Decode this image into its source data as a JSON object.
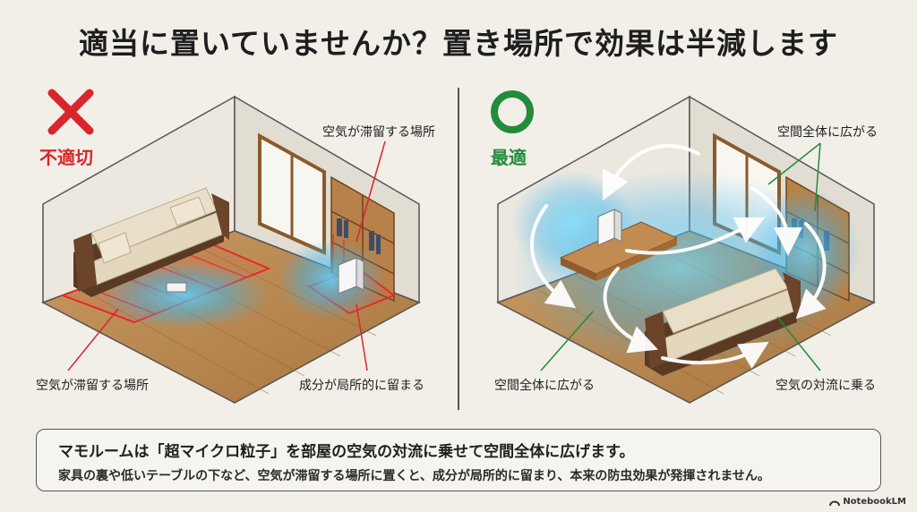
{
  "title": "適当に置いていませんか？置き場所で効果は半減します",
  "left_panel": {
    "mark_label": "不適切",
    "callout_top": "空気が滞留する場所",
    "callout_bottom_left": "空気が滞留する場所",
    "callout_bottom_right": "成分が局所的に留まる",
    "colors": {
      "mark": "#d8262c"
    }
  },
  "right_panel": {
    "mark_label": "最適",
    "callout_top": "空間全体に広がる",
    "callout_bottom_left": "空間全体に広がる",
    "callout_bottom_right": "空気の対流に乗る",
    "colors": {
      "mark": "#238b3c"
    }
  },
  "note": {
    "line1": "マモルームは「超マイクロ粒子」を部屋の空気の対流に乗せて空間全体に広げます。",
    "line2": "家具の裏や低いテーブルの下など、空気が滞留する場所に置くと、成分が局所的に留まり、本来の防虫効果が発揮されません。"
  },
  "brand": "NotebookLM"
}
